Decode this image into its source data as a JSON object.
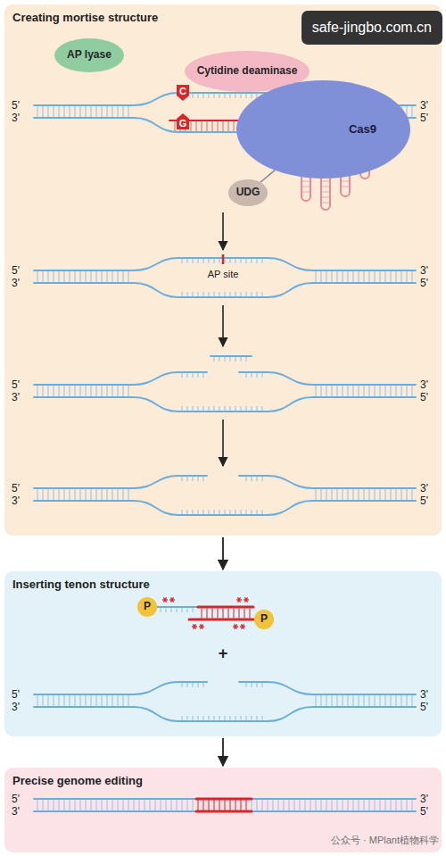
{
  "diagram": {
    "nodes": [
      {
        "text": [
          "Creating mortise structure"
        ]
      },
      {
        "text": [
          "AP lyase"
        ],
        "in": 0
      },
      {
        "text": [
          "Cytidine deaminase"
        ],
        "in": 0
      },
      {
        "text": [
          "Cas9"
        ],
        "in": 0
      },
      {
        "text": [
          "UDG"
        ],
        "in": 0
      },
      {
        "text": [
          "C"
        ],
        "in": 0
      },
      {
        "text": [
          "G"
        ],
        "in": 0
      },
      {
        "text": [
          "Inserting tenon structure"
        ]
      },
      {
        "text": [
          "P"
        ],
        "in": 7
      },
      {
        "text": [
          "P"
        ],
        "in": 7
      },
      {
        "text": [
          "Precise genome editing"
        ]
      }
    ],
    "edges": [
      {
        "from": 2,
        "to": 3,
        "arrow": "none"
      },
      {
        "from": 4,
        "to": 3,
        "arrow": "none"
      },
      {
        "from": 0,
        "to": 7,
        "arrow": "to"
      },
      {
        "from": 7,
        "to": 10,
        "arrow": "to"
      }
    ],
    "labels": [
      "5'",
      "3'",
      "3'",
      "5'",
      "5'",
      "3'",
      "3'",
      "5'",
      "5'",
      "3'",
      "3'",
      "5'",
      "5'",
      "3'",
      "3'",
      "5'",
      "5'",
      "3'",
      "3'",
      "5'",
      "5'",
      "3'",
      "3'",
      "5'",
      "AP site",
      "+",
      "safe-jingbo.com.cn",
      "公众号 · MPlant植物科学"
    ]
  }
}
